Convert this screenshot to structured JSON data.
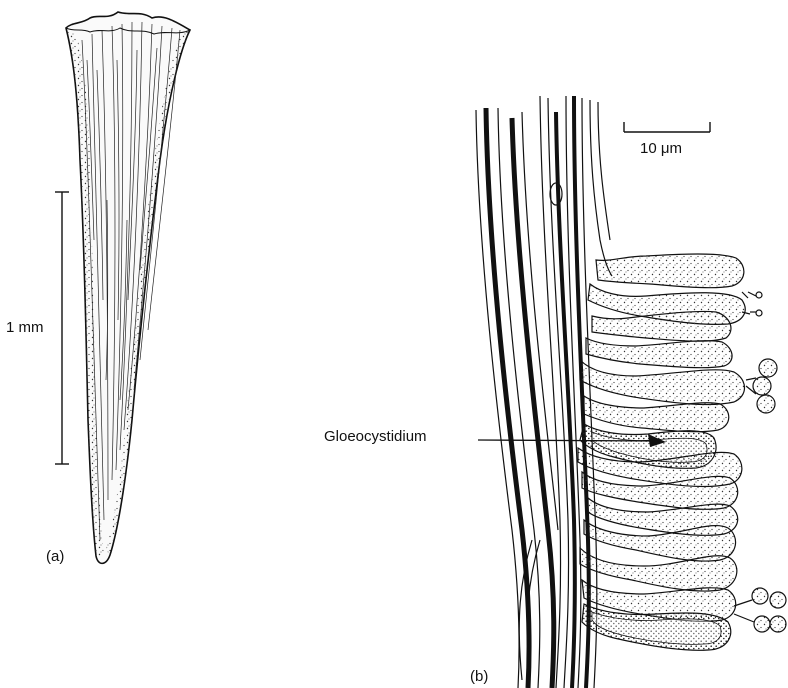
{
  "panel_a": {
    "label": "(a)",
    "scale_label": "1 mm"
  },
  "panel_b": {
    "label": "(b)",
    "scale_label": "10 μm",
    "callout_label": "Gloeocystidium"
  }
}
